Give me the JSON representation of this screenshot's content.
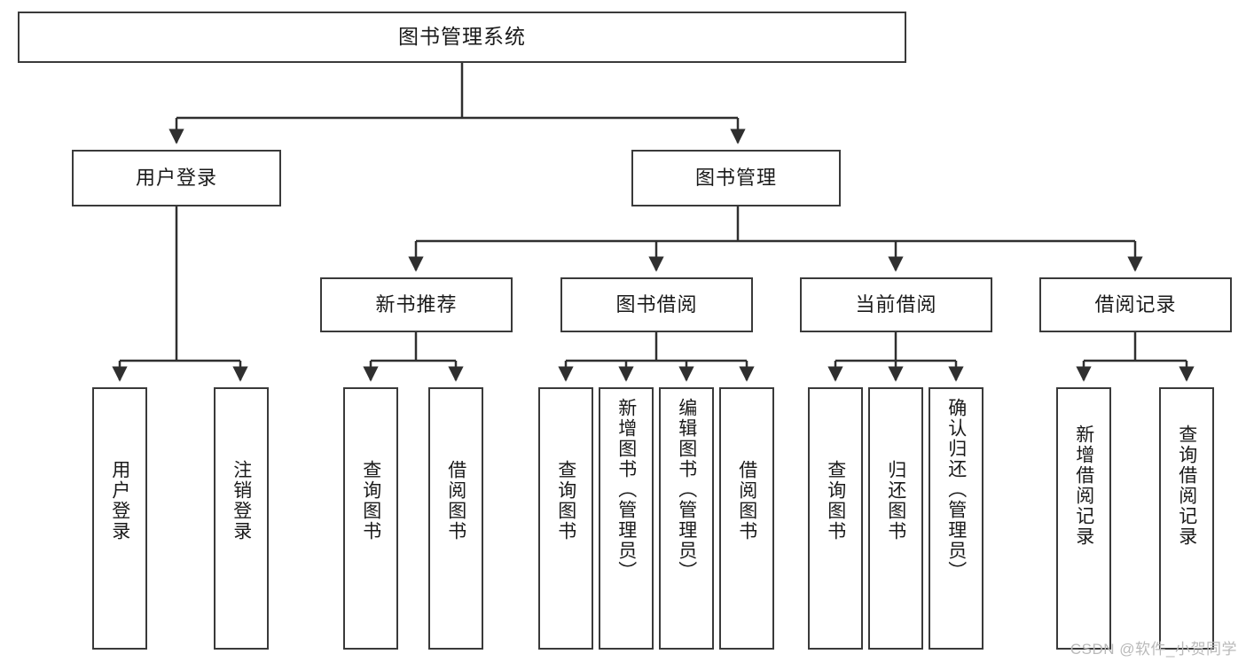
{
  "diagram": {
    "type": "tree-hierarchy",
    "title": "图书管理系统",
    "watermark": "CSDN @软件_小贺同学",
    "colors": {
      "box_border": "#3a3a3a",
      "box_fill": "#ffffff",
      "connector": "#2f2f2f",
      "text": "#1a1a1a",
      "watermark": "#b9b9b9"
    },
    "root": {
      "label": "图书管理系统"
    },
    "level2": [
      {
        "label": "用户登录"
      },
      {
        "label": "图书管理"
      }
    ],
    "level3": [
      {
        "label": "新书推荐"
      },
      {
        "label": "图书借阅"
      },
      {
        "label": "当前借阅"
      },
      {
        "label": "借阅记录"
      }
    ],
    "leaves": {
      "user_login": [
        {
          "label": "用户登录"
        },
        {
          "label": "注销登录"
        }
      ],
      "new_book": [
        {
          "label": "查询图书"
        },
        {
          "label": "借阅图书"
        }
      ],
      "book_borrow": [
        {
          "label": "查询图书"
        },
        {
          "label": "新增图书（管理员）"
        },
        {
          "label": "编辑图书（管理员）"
        },
        {
          "label": "借阅图书"
        }
      ],
      "current_borrow": [
        {
          "label": "查询图书"
        },
        {
          "label": "归还图书"
        },
        {
          "label": "确认归还（管理员）"
        }
      ],
      "borrow_record": [
        {
          "label": "新增借阅记录"
        },
        {
          "label": "查询借阅记录"
        }
      ]
    }
  }
}
